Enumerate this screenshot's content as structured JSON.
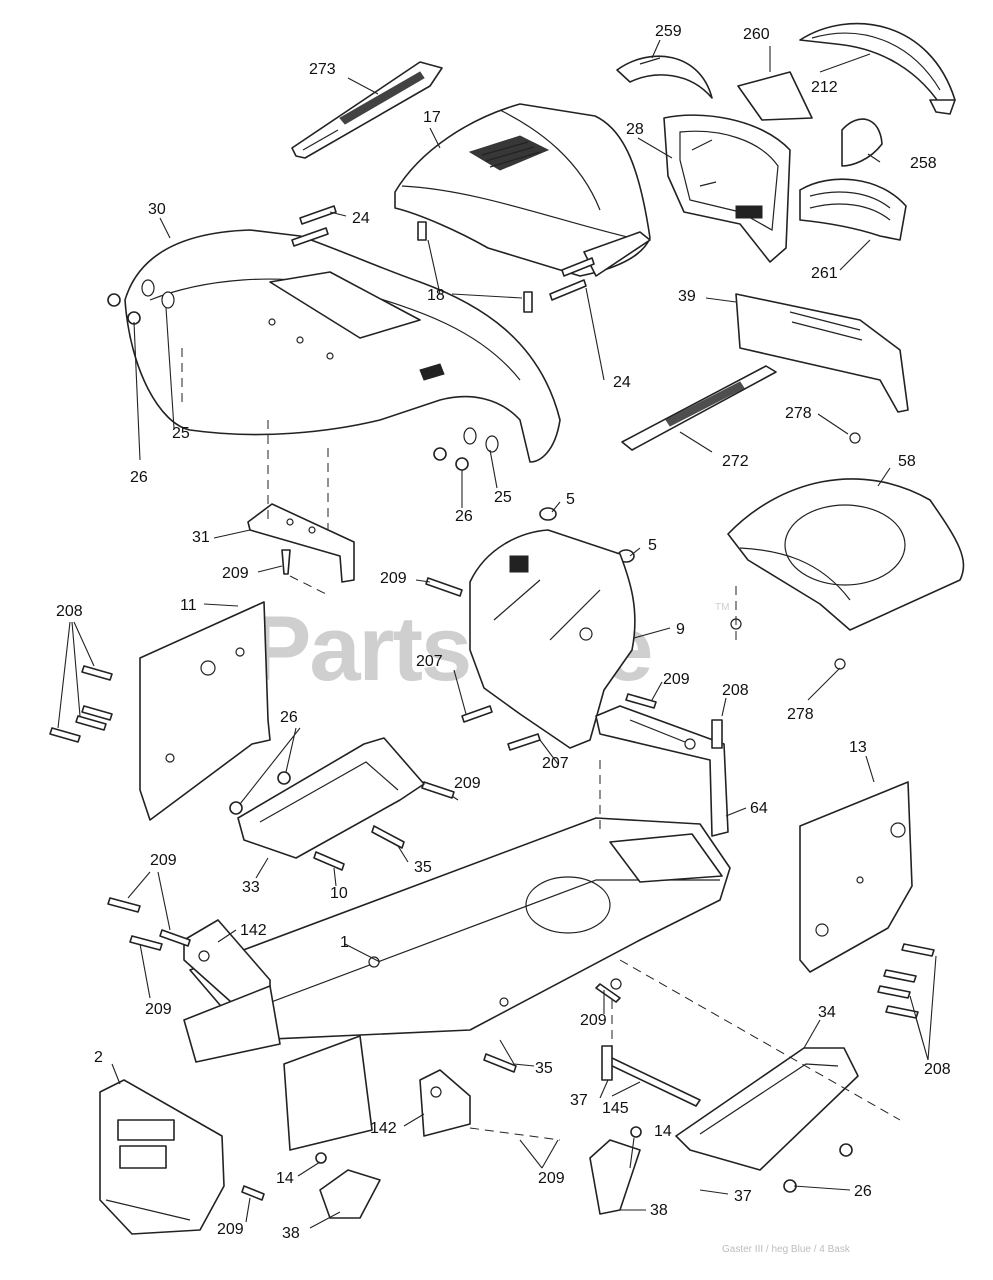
{
  "watermark": {
    "text": "PartsTree",
    "mark": "TM"
  },
  "footer": {
    "text": "Gaster III / heg Blue / 4 Bask"
  },
  "callouts": [
    "273",
    "259",
    "260",
    "212",
    "17",
    "28",
    "258",
    "30",
    "24",
    "18",
    "261",
    "39",
    "24",
    "272",
    "278",
    "25",
    "26",
    "25",
    "26",
    "5",
    "58",
    "31",
    "5",
    "209",
    "209",
    "9",
    "208",
    "11",
    "26",
    "207",
    "209",
    "208",
    "278",
    "13",
    "209",
    "207",
    "64",
    "26",
    "35",
    "209",
    "33",
    "10",
    "142",
    "1",
    "209",
    "209",
    "34",
    "35",
    "37",
    "145",
    "208",
    "2",
    "142",
    "14",
    "209",
    "14",
    "37",
    "26",
    "38",
    "38",
    "209"
  ]
}
